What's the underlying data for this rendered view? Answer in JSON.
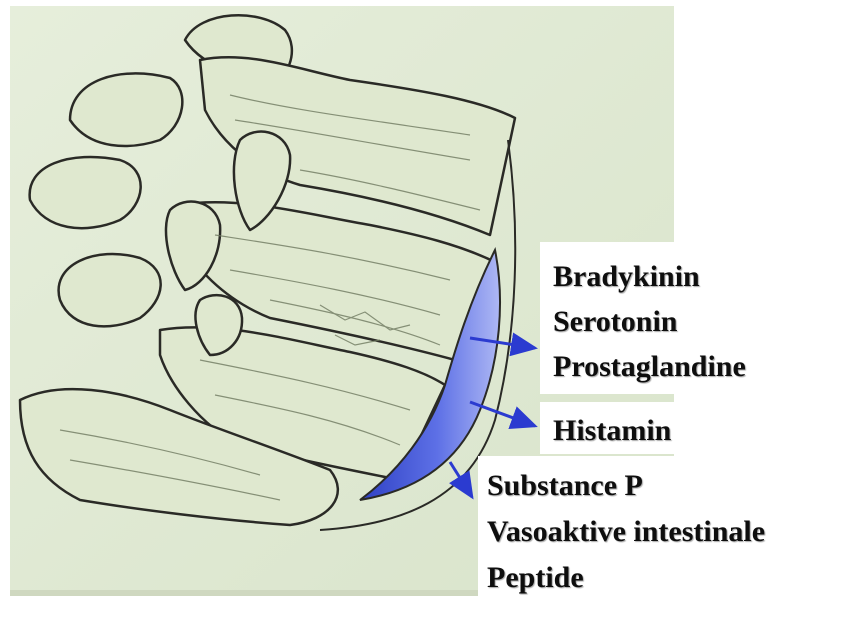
{
  "labels": {
    "group1": [
      "Bradykinin",
      "Serotonin",
      "Prostaglandine"
    ],
    "group2": [
      "Histamin"
    ],
    "group3": [
      "Substance P",
      "Vasoaktive intestinale",
      "Peptide"
    ]
  },
  "colors": {
    "background": "#e3ecd6",
    "bone_fill": "#dfe8cf",
    "bone_shade": "#7f8a70",
    "outline": "#2a2a26",
    "vessel": "#3f53d6",
    "vessel_light": "#9aa8f2",
    "arrow": "#2b3bd0",
    "text": "#0e0e0e"
  }
}
